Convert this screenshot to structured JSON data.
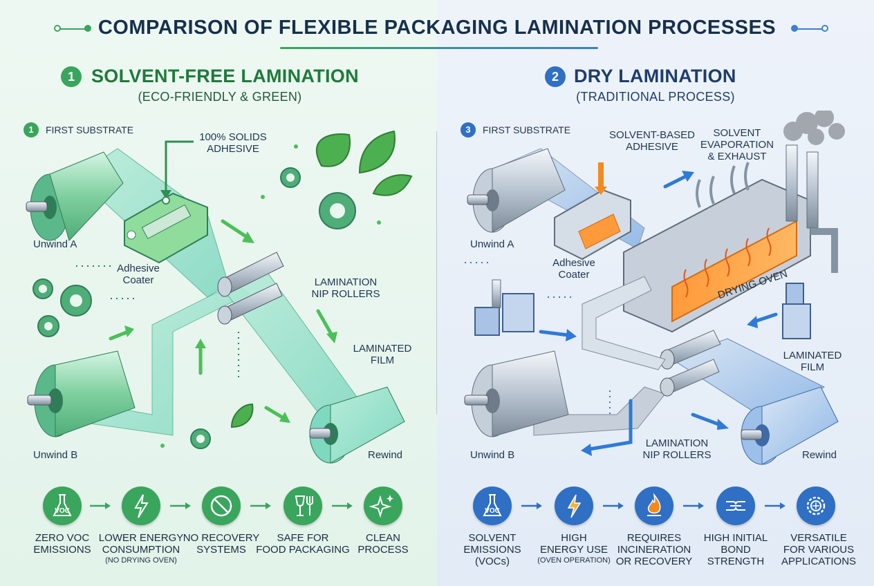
{
  "title": "COMPARISON OF FLEXIBLE PACKAGING LAMINATION PROCESSES",
  "colors": {
    "green": "#3aa55c",
    "green_dark": "#1f7a3b",
    "blue": "#2f6fc4",
    "blue_dark": "#1e4f99",
    "orange": "#f38a1f"
  },
  "left": {
    "number": "1",
    "title": "SOLVENT-FREE LAMINATION",
    "subtitle": "(ECO-FRIENDLY & GREEN)",
    "step_number": "1",
    "step_label": "FIRST SUBSTRATE",
    "labels": {
      "adhesive": "100% SOLIDS\nADHESIVE",
      "unwind_a": "Unwind A",
      "coater": "Adhesive\nCoater",
      "nip": "LAMINATION\nNIP ROLLERS",
      "film": "LAMINATED\nFILM",
      "unwind_b": "Unwind B",
      "rewind": "Rewind"
    },
    "benefits": [
      {
        "icon": "voc-flask-icon",
        "icon_text": "VOC",
        "label": "ZERO VOC\nEMISSIONS",
        "note": ""
      },
      {
        "icon": "lightning-icon",
        "icon_text": "",
        "label": "LOWER ENERGY\nCONSUMPTION",
        "note": "(NO DRYING OVEN)"
      },
      {
        "icon": "prohibited-icon",
        "icon_text": "",
        "label": "NO RECOVERY\nSYSTEMS",
        "note": ""
      },
      {
        "icon": "glass-fork-icon",
        "icon_text": "",
        "label": "SAFE FOR\nFOOD PACKAGING",
        "note": ""
      },
      {
        "icon": "sparkle-icon",
        "icon_text": "",
        "label": "CLEAN\nPROCESS",
        "note": ""
      }
    ]
  },
  "right": {
    "number": "2",
    "title": "DRY LAMINATION",
    "subtitle": "(TRADITIONAL PROCESS)",
    "step_number": "3",
    "step_label": "FIRST SUBSTRATE",
    "labels": {
      "adhesive": "SOLVENT-BASED\nADHESIVE",
      "evaporation": "SOLVENT\nEVAPORATION\n& EXHAUST",
      "unwind_a": "Unwind A",
      "coater": "Adhesive\nCoater",
      "oven": "DRYING OVEN",
      "film": "LAMINATED\nFILM",
      "nip": "LAMINATION\nNIP ROLLERS",
      "unwind_b": "Unwind B",
      "rewind": "Rewind"
    },
    "benefits": [
      {
        "icon": "voc-flask-icon",
        "icon_text": "VOC",
        "label": "SOLVENT\nEMISSIONS\n(VOCs)",
        "note": ""
      },
      {
        "icon": "lightning-icon",
        "icon_text": "",
        "label": "HIGH\nENERGY USE",
        "note": "(OVEN OPERATION)"
      },
      {
        "icon": "flame-icon",
        "icon_text": "",
        "label": "REQUIRES\nINCINERATION\nOR RECOVERY",
        "note": ""
      },
      {
        "icon": "bond-icon",
        "icon_text": "",
        "label": "HIGH INITIAL\nBOND\nSTRENGTH",
        "note": ""
      },
      {
        "icon": "gear-icon",
        "icon_text": "",
        "label": "VERSATILE\nFOR VARIOUS\nAPPLICATIONS",
        "note": ""
      }
    ]
  }
}
